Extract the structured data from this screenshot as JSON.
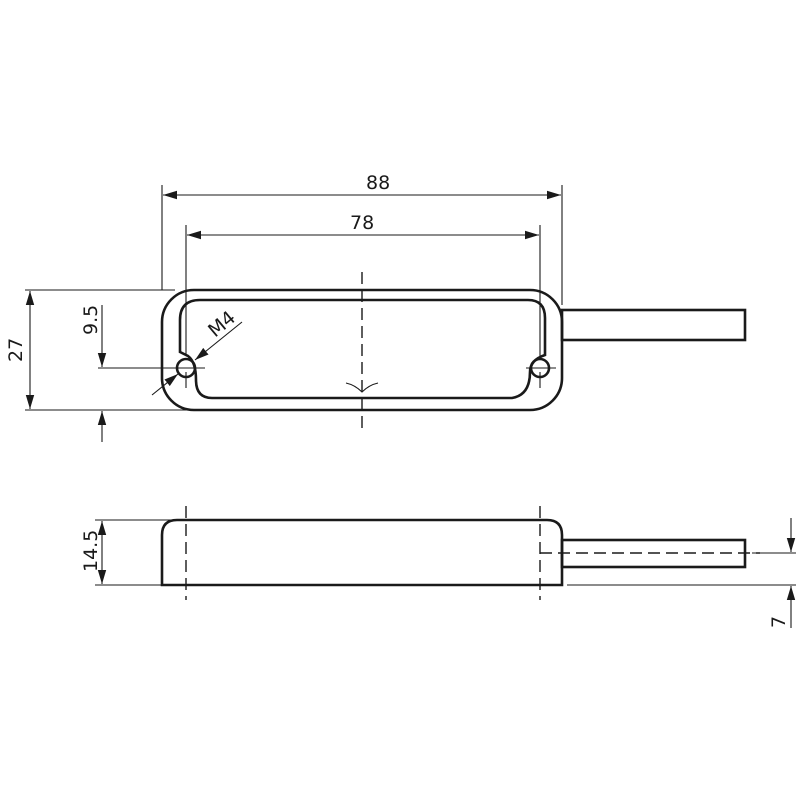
{
  "dimensions": {
    "overall_length": "88",
    "hole_spacing": "78",
    "width": "27",
    "hole_offset": "9.5",
    "thread": "M4",
    "height": "14.5",
    "cable_height": "7"
  }
}
